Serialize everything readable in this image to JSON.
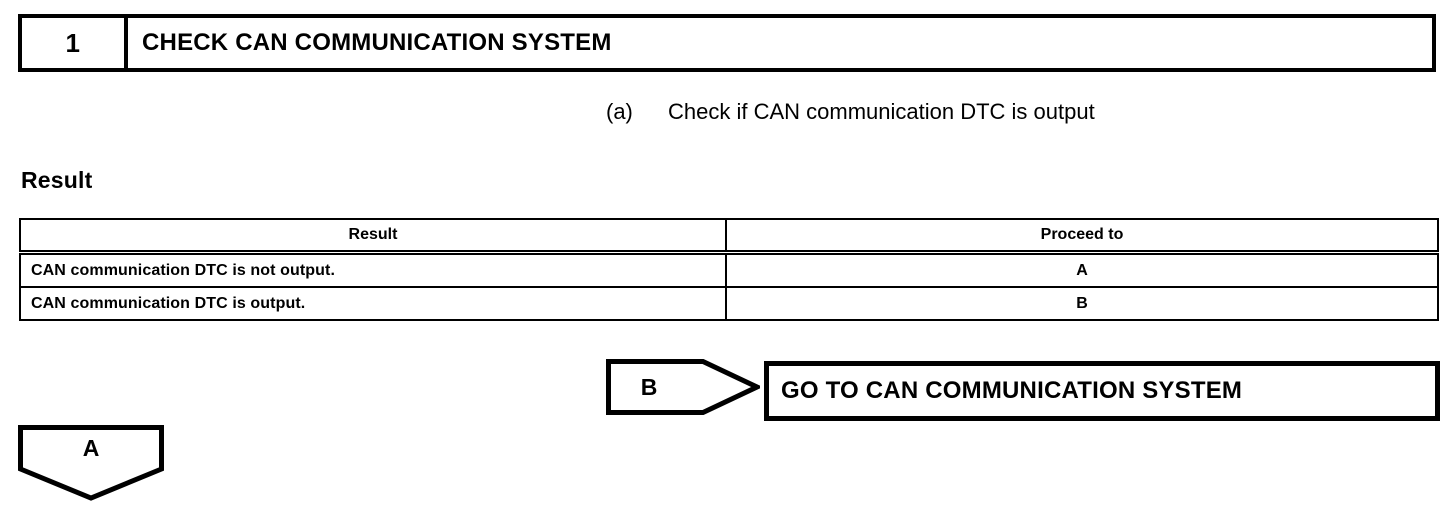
{
  "step": {
    "number": "1",
    "title": "CHECK CAN COMMUNICATION SYSTEM"
  },
  "procedure": {
    "marker": "(a)",
    "text": "Check if CAN communication DTC is output"
  },
  "result_section": {
    "caption": "Result",
    "columns": [
      "Result",
      "Proceed to"
    ],
    "rows": [
      {
        "result": "CAN communication DTC is not output.",
        "proceed_to": "A"
      },
      {
        "result": "CAN communication DTC is output.",
        "proceed_to": "B"
      }
    ]
  },
  "branch_b": {
    "connector_label": "B",
    "action": "GO TO CAN COMMUNICATION SYSTEM"
  },
  "branch_a": {
    "connector_label": "A"
  },
  "colors": {
    "ink": "#000000",
    "paper": "#ffffff"
  }
}
